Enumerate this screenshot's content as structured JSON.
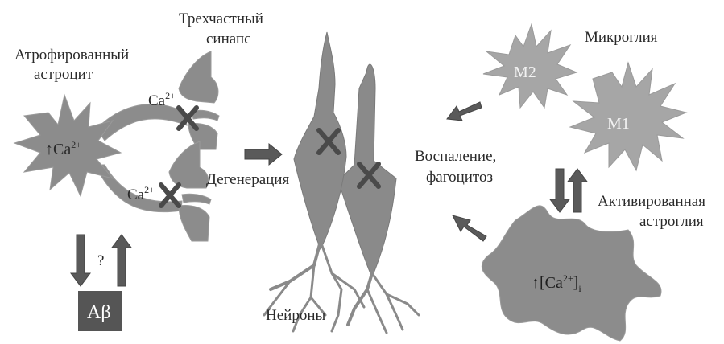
{
  "labels": {
    "atrophied_line1": "Атрофированный",
    "atrophied_line2": "астроцит",
    "ca_left": "↑Ca",
    "ca_left_sup": "2+",
    "ca_top": "Ca",
    "ca_top_sup": "2+",
    "ca_bottom": "Ca",
    "ca_bottom_sup": "2+",
    "tripartite_line1": "Трехчастный",
    "tripartite_line2": "синапс",
    "degeneration": "Дегенерация",
    "neurons": "Нейроны",
    "microglia": "Микроглия",
    "m2": "M2",
    "m1": "M1",
    "inflammation_line1": "Воспаление,",
    "inflammation_line2": "фагоцитоз",
    "activated_line1": "Активированная",
    "activated_line2": "астроглия",
    "ca_i_prefix": "↑[Ca",
    "ca_i_sup": "2+",
    "ca_i_close": "]",
    "ca_i_sub": "i",
    "question": "?",
    "abeta": "Aβ"
  }
}
